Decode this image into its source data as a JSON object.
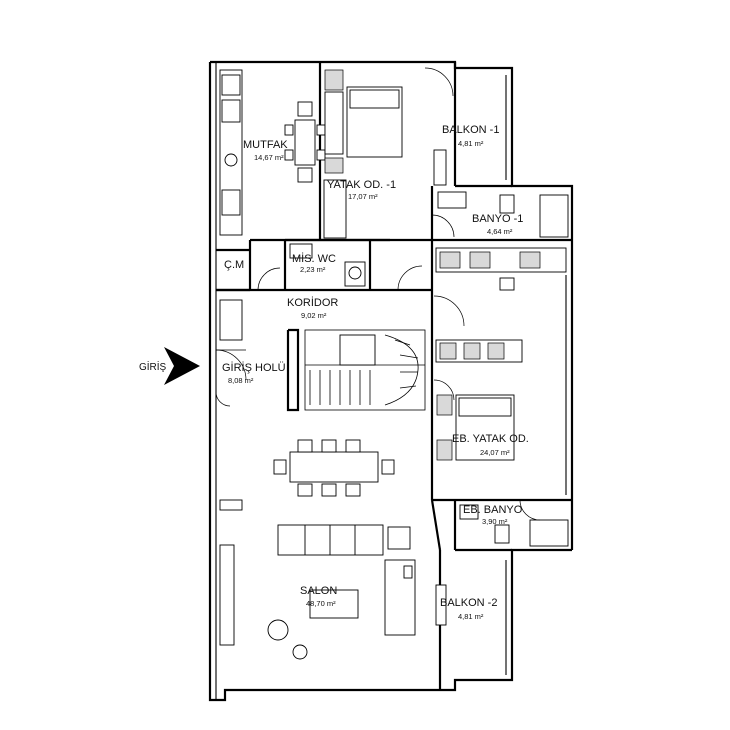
{
  "entry": {
    "label": "GİRİŞ"
  },
  "rooms": {
    "mutfak": {
      "name": "MUTFAK",
      "area": "14,67 m²"
    },
    "yatak1": {
      "name": "YATAK OD. -1",
      "area": "17,07 m²"
    },
    "balkon1": {
      "name": "BALKON -1",
      "area": "4,81 m²"
    },
    "banyo1": {
      "name": "BANYO -1",
      "area": "4,64 m²"
    },
    "miswc": {
      "name": "MİS. WC",
      "area": "2,23 m²"
    },
    "cm": {
      "name": "Ç.M"
    },
    "koridor": {
      "name": "KORİDOR",
      "area": "9,02 m²"
    },
    "girisholu": {
      "name": "GİRİŞ HOLÜ",
      "area": "8,08 m²"
    },
    "ebyatak": {
      "name": "EB. YATAK OD.",
      "area": "24,07 m²"
    },
    "ebbanyo": {
      "name": "EB. BANYO",
      "area": "3,90 m²"
    },
    "salon": {
      "name": "SALON",
      "area": "48,70 m²"
    },
    "balkon2": {
      "name": "BALKON -2",
      "area": "4,81 m²"
    }
  }
}
